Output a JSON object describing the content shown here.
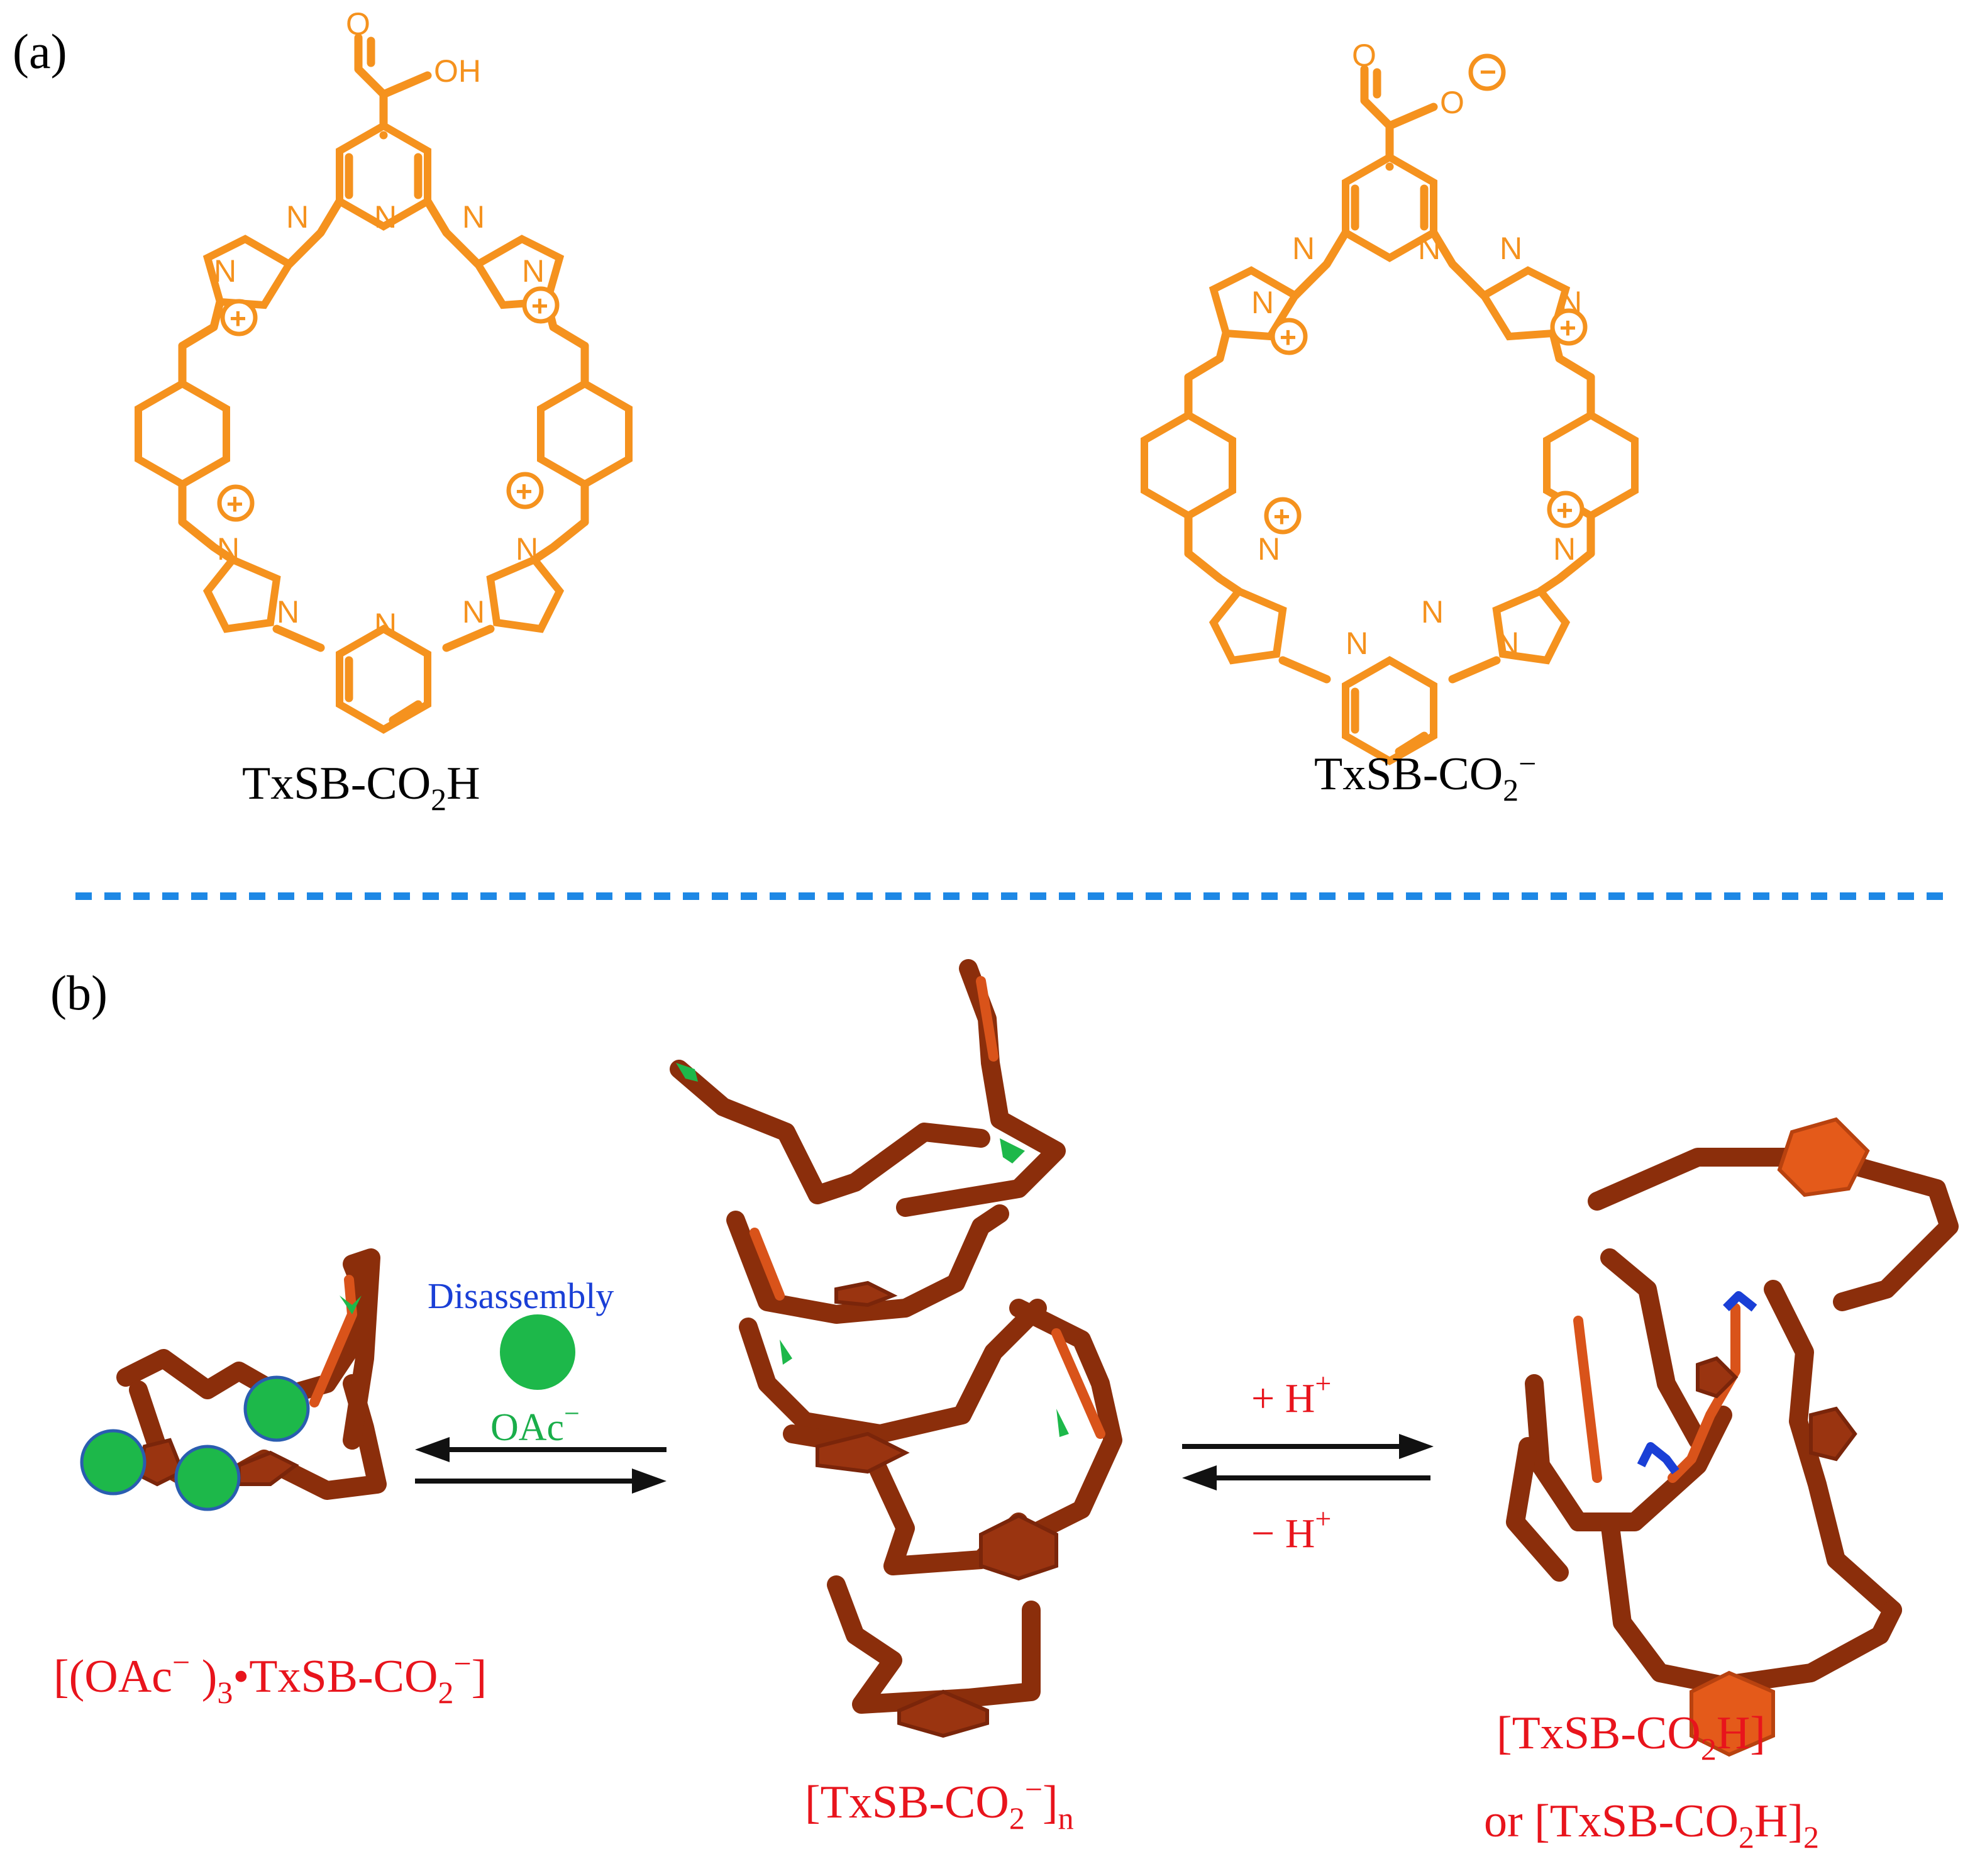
{
  "panel_a": {
    "label": "(a)",
    "left_molecule": {
      "caption_main": "TxSB-CO",
      "caption_sub": "2",
      "caption_tail": "H",
      "group_top": "OH",
      "group_o": "O"
    },
    "right_molecule": {
      "caption_main": "TxSB-CO",
      "caption_sub": "2",
      "caption_sup": "−",
      "group_o1": "O",
      "group_o2": "O",
      "group_charge": "−"
    },
    "atoms": {
      "nitrogen": "N",
      "plus": "+"
    }
  },
  "panel_b": {
    "label": "(b)",
    "disassembly_label": "Disassembly",
    "anion_label": "OAc",
    "anion_sup": "−",
    "plus_h": "+ H",
    "minus_h": "− H",
    "h_sup": "+",
    "left_caption": {
      "a": "[(OAc",
      "b": "−",
      "c": " )",
      "d": "3",
      "e": "•TxSB-CO",
      "f": "2",
      "g": "−",
      "h": "]"
    },
    "center_caption": {
      "a": "[TxSB-CO",
      "b": "2",
      "c": "−",
      "d": "]",
      "e": "n"
    },
    "right_caption_line1": {
      "a": "[TxSB-CO",
      "b": "2",
      "c": "H]"
    },
    "right_caption_line2": {
      "a": "or [TxSB-CO",
      "b": "2",
      "c": "H]",
      "d": "2"
    }
  },
  "colors": {
    "molecule_orange": "#F5921E",
    "divider_blue": "#1E88E5",
    "label_red": "#E8141C",
    "label_blue": "#1A3FD6",
    "label_green": "#1AAE4A",
    "model_brown": "#8B2E0B",
    "model_orange": "#E45A1A",
    "anion_green": "#1DB84A"
  }
}
